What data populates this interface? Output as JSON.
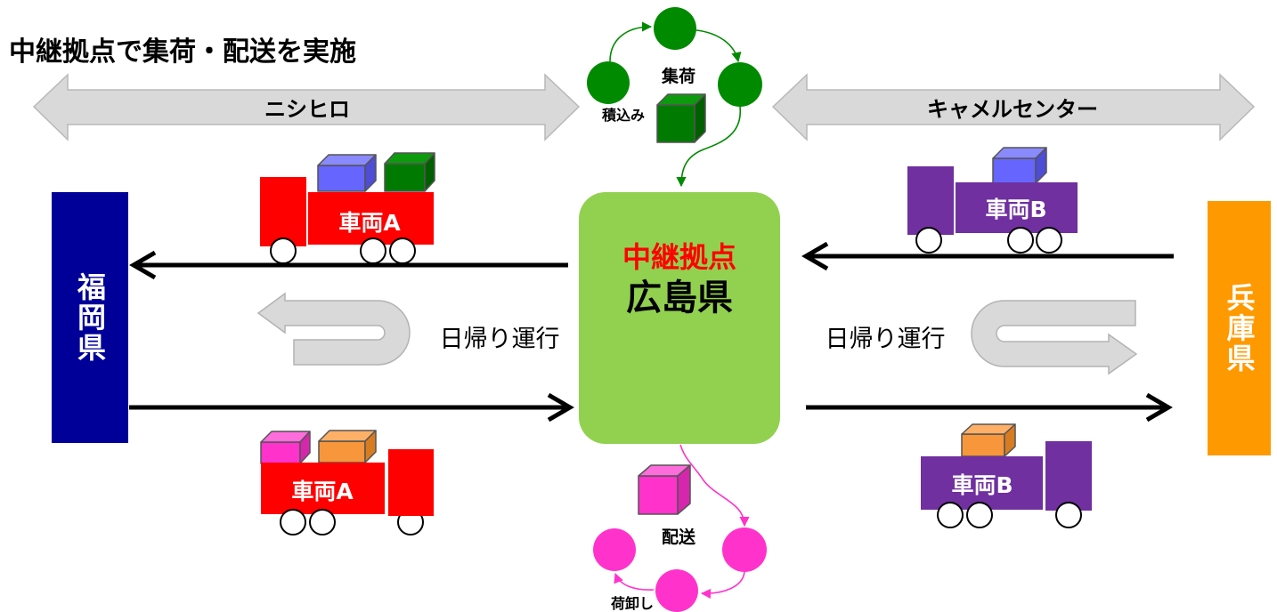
{
  "title": "中継拠点で集荷・配送を実施",
  "routes": {
    "left_label": "ニシヒロ",
    "right_label": "キャメルセンター"
  },
  "pickup_cycle": {
    "label": "集荷",
    "loading_label": "積込み"
  },
  "delivery_cycle": {
    "label": "配送",
    "unloading_label": "荷卸し"
  },
  "hub": {
    "caption": "中継拠点",
    "name": "広島県"
  },
  "origin": {
    "name": "福岡県"
  },
  "destination": {
    "name": "兵庫県"
  },
  "day_trip": {
    "left_label": "日帰り運行",
    "right_label": "日帰り運行"
  },
  "vehicles": {
    "a_top": "車両A",
    "a_bottom": "車両A",
    "b_top": "車両B",
    "b_bottom": "車両B"
  },
  "colors": {
    "hub": "#92d050",
    "hub_caption": "#ff0000",
    "origin": "#000099",
    "destination": "#ff9900",
    "vehicle_a": "#ff0000",
    "vehicle_b": "#7030a0",
    "pickup": "#008a00",
    "delivery": "#ff33cc",
    "route_arrow": "#d9d9d9"
  }
}
